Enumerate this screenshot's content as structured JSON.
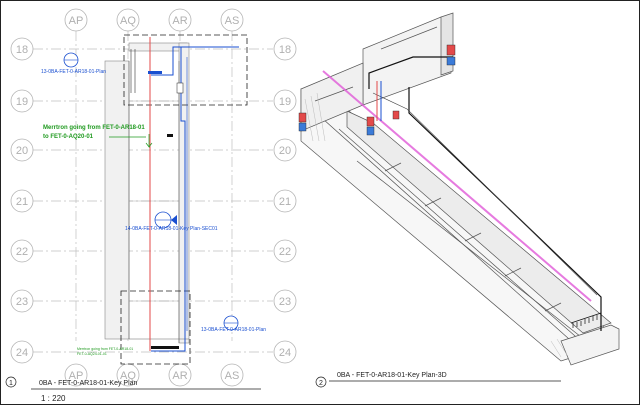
{
  "grid": {
    "columns": [
      "AP",
      "AQ",
      "AR",
      "AS"
    ],
    "rows": [
      "18",
      "19",
      "20",
      "21",
      "22",
      "23",
      "24"
    ]
  },
  "annotations": {
    "green_note_line1": "Merrtron going from FET-0-AR18-01",
    "green_note_line2": "to FET-0-AQ20-01",
    "blue_tag_top": "13-0BA-FET-0-AR18-01-Plan",
    "blue_tag_mid": "14-0BA-FET-0-AR18-01-Key Plan-SEC01",
    "blue_tag_bottom": "13-0BA-FET-0-AR18-01-Plan",
    "green_note_bottom_line1": "Merrtron going from FET-0-AR18-01",
    "green_note_bottom_line2": "FET-0-AQ24-01-01"
  },
  "views": {
    "left": {
      "number": "1",
      "title": "0BA - FET-0-AR18-01-Key Plan",
      "scale": "1 : 220"
    },
    "right": {
      "number": "2",
      "title": "0BA - FET-0-AR18-01-Key Plan-3D"
    }
  },
  "colors": {
    "grid": "#b5b5b5",
    "blue": "#1a4fd0",
    "red": "#e34a4a",
    "magenta": "#e05ad8",
    "green": "#1f9a1f",
    "line": "#222222"
  }
}
